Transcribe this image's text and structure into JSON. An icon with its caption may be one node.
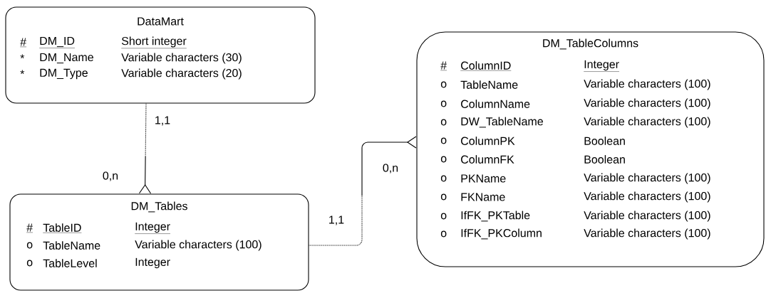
{
  "diagram": {
    "nodes": [
      {
        "text": [
          "DataMart",
          "#",
          "DM_ID",
          "Short integer",
          "*",
          "DM_Name",
          "Variable characters (30)",
          "*",
          "DM_Type",
          "Variable characters (20)"
        ]
      },
      {
        "text": [
          "DM_Tables",
          "#",
          "TableID",
          "Integer",
          "o",
          "TableName",
          "Variable characters (100)",
          "o",
          "TableLevel",
          "Integer"
        ]
      },
      {
        "text": [
          "DM_TableColumns",
          "#",
          "ColumnID",
          "Integer",
          "o",
          "TableName",
          "Variable characters (100)",
          "o",
          "ColumnName",
          "Variable characters (100)",
          "o",
          "DW_TableName",
          "Variable characters (100)",
          "o",
          "ColumnPK",
          "Boolean",
          "o",
          "ColumnFK",
          "Boolean",
          "o",
          "PKName",
          "Variable characters (100)",
          "o",
          "FKName",
          "Variable characters (100)",
          "o",
          "IfFK_PKTable",
          "Variable characters (100)",
          "o",
          "IfFK_PKColumn",
          "Variable characters (100)"
        ]
      }
    ],
    "edges": [
      {
        "from": 0,
        "to": 1,
        "arrow": "other"
      },
      {
        "from": 1,
        "to": 2,
        "arrow": "other"
      }
    ],
    "labels": [
      "1,1",
      "0,n",
      "0,n",
      "1,1"
    ]
  }
}
